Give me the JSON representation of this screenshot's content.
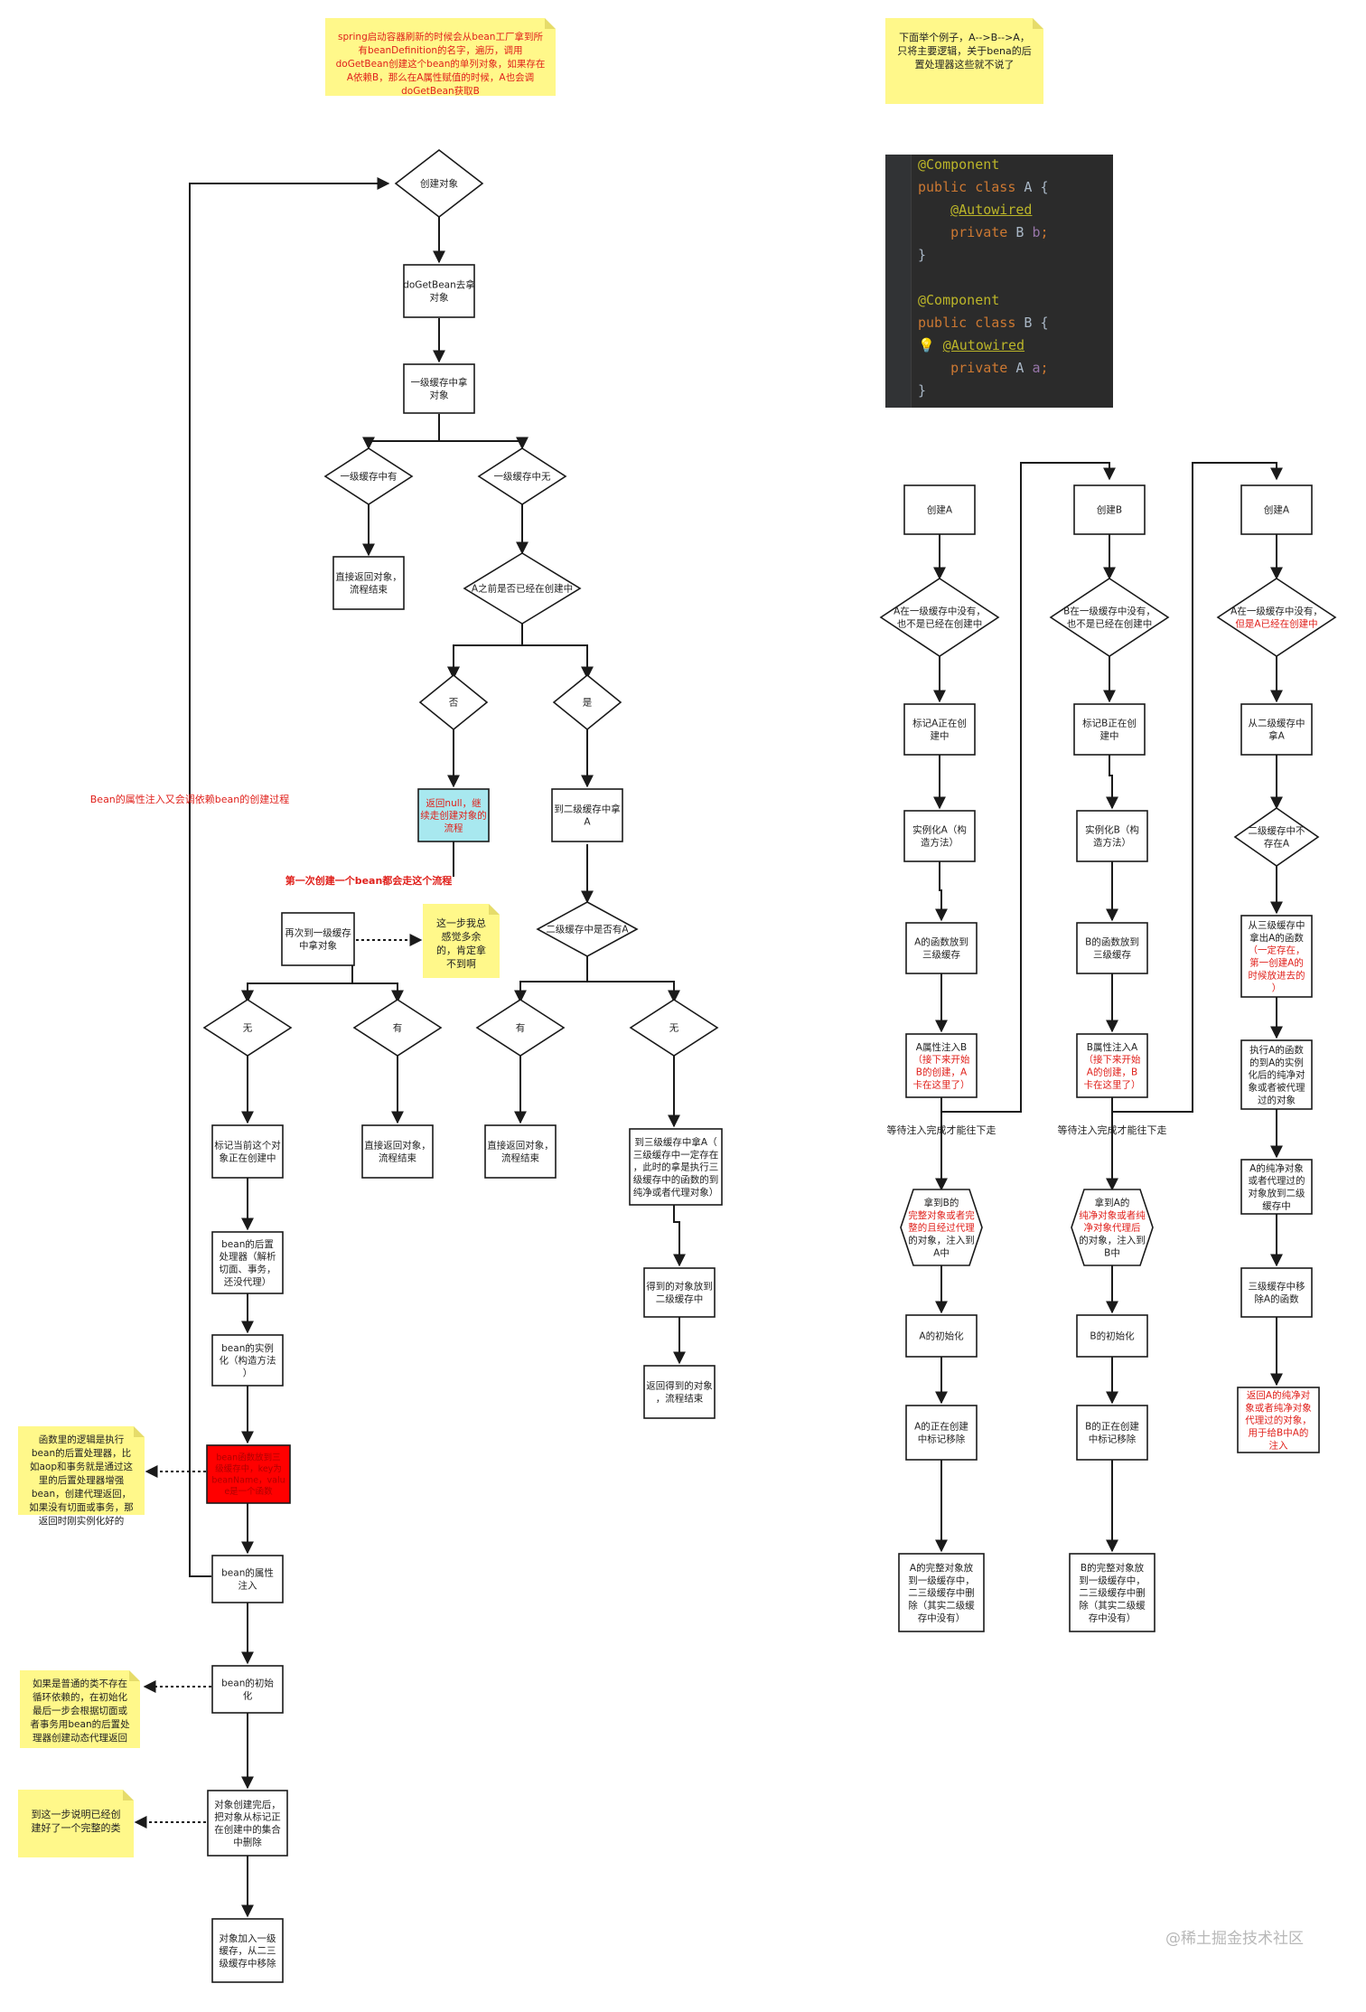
{
  "notes": {
    "spring_intro": "spring启动容器刷新的时候会从bean工厂拿到所有beanDefinition的名字，遍历，调用doGetBean创建这个bean的单列对象，如果存在A依赖B，那么在A属性赋值的时候，A也会调doGetBean获取B",
    "example_intro": "下面举个例子，A-->B-->A，只将主要逻辑，关于bena的后置处理器这些就不说了",
    "feel_extra": "这一步我总感觉多余的，肯定拿不到啊",
    "post_processor": "函数里的逻辑是执行bean的后置处理器，比如aop和事务就是通过这里的后置处理器增强bean，创建代理返回，如果没有切面或事务，那返回时刚实例化好的",
    "init_proxy": "如果是普通的类不存在循环依赖的，在初始化最后一步会根据切面或者事务用bean的后置处理器创建动态代理返回",
    "complete": "到这一步说明已经创建好了一个完整的类"
  },
  "labels": {
    "loop_label": "Bean的属性注入又会调依赖bean的创建过程",
    "first_create": "第一次创建一个bean都会走这个流程",
    "wait_a": "等待注入完成才能往下走",
    "wait_b": "等待注入完成才能往下走"
  },
  "left_flow": {
    "create_obj": "创建对象",
    "do_get_bean": "doGetBean去拿对象",
    "l1_get": "一级缓存中拿对象",
    "l1_has": "一级缓存中有",
    "l1_none": "一级缓存中无",
    "return_direct_1": "直接返回对象，流程结束",
    "a_creating": "A之前是否已经在创建中",
    "no": "否",
    "yes": "是",
    "return_null": "返回null，继续走创建对象的流程",
    "l2_get": "到二级缓存中拿A",
    "l2_has_a": "二级缓存中是否有A",
    "retry_l1": "再次到一级缓存中拿对象",
    "none_1": "无",
    "has_1": "有",
    "has_2": "有",
    "none_2": "无",
    "mark_creating": "标记当前这个对象正在创建中",
    "return_direct_2": "直接返回对象，流程结束",
    "return_direct_3": "直接返回对象，流程结束",
    "l3_get": "到三级缓存中拿A（三级缓存中一定存在，此时的拿是执行三级缓存中的函数的到纯净或者代理对象）",
    "post_proc": "bean的后置处理器（解析切面、事务，还没代理）",
    "put_l2": "得到的对象放到二级缓存中",
    "instantiate": "bean的实例化（构造方法）",
    "return_got": "返回得到的对象，流程结束",
    "red_box": "bean函数放到三级缓存中，key为beanName，value是一个函数",
    "property_inject": "bean的属性注入",
    "init": "bean的初始化",
    "done_remove": "对象创建完后，把对象从标记正在创建中的集合中删除",
    "add_l1": "对象加入一级缓存，从二三级缓存中移除"
  },
  "right_flow": {
    "create_a": "创建A",
    "a_check": "A在一级缓存中没有，也不是已经在创建中",
    "mark_a": "标记A正在创建中",
    "inst_a": "实例化A（构造方法）",
    "a_fn_l3": "A的函数放到三级缓存",
    "a_inject_b_1": "A属性注入B",
    "a_inject_b_2": "（接下来开始B的创建，A卡在这里了）",
    "a_get_b_1": "拿到B的",
    "a_get_b_2": "完整对象或者完整的且经过代理",
    "a_get_b_3": "的对象，注入到A中",
    "a_init": "A的初始化",
    "a_remove_mark": "A的正在创建中标记移除",
    "a_final": "A的完整对象放到一级缓存中，二三级缓存中删除（其实二级缓存中没有）",
    "create_b": "创建B",
    "b_check": "B在一级缓存中没有，也不是已经在创建中",
    "mark_b": "标记B正在创建中",
    "inst_b": "实例化B（构造方法）",
    "b_fn_l3": "B的函数放到三级缓存",
    "b_inject_a_1": "B属性注入A",
    "b_inject_a_2": "（接下来开始A的创建，B卡在这里了）",
    "b_get_a_1": "拿到A的",
    "b_get_a_2": "纯净对象或者纯净对象代理后",
    "b_get_a_3": "的对象，注入到B中",
    "b_init": "B的初始化",
    "b_remove_mark": "B的正在创建中标记移除",
    "b_final": "B的完整对象放到一级缓存中，二三级缓存中删除（其实二级缓存中没有）",
    "create_a2": "创建A",
    "a2_check_1": "A在一级缓存中没有，",
    "a2_check_2": "但是A已经在创建中",
    "a2_from_l2": "从二级缓存中拿A",
    "a2_l2_none": "二级缓存中不存在A",
    "a2_l3_fn_1": "从三级缓存中拿出A的函数",
    "a2_l3_fn_2": "（一定存在，第一创建A的时候放进去的）",
    "a2_exec": "执行A的函数的到A的实例化后的纯净对象或者被代理过的对象",
    "a2_put_l2": "A的纯净对象或者代理过的对象放到二级缓存中",
    "a2_remove_l3": "三级缓存中移除A的函数",
    "a2_return": "返回A的纯净对象或者纯净对象代理过的对象，用于给B中A的注入"
  },
  "code_lines": [
    [
      "@Component"
    ],
    [
      "public class A {"
    ],
    [
      "    @Autowired"
    ],
    [
      "    private B b;"
    ],
    [
      "}"
    ],
    [
      ""
    ],
    [
      "@Component"
    ],
    [
      "public class B {"
    ],
    [
      "    @Autowired"
    ],
    [
      "    private A a;"
    ],
    [
      "}"
    ]
  ],
  "watermark": "@稀土掘金技术社区",
  "colors": {
    "note_bg": "#fff88a",
    "red_text": "#e0201b",
    "cyan_box": "#a8e8ef",
    "red_box": "#ff0000",
    "line": "#1a1a1a"
  }
}
